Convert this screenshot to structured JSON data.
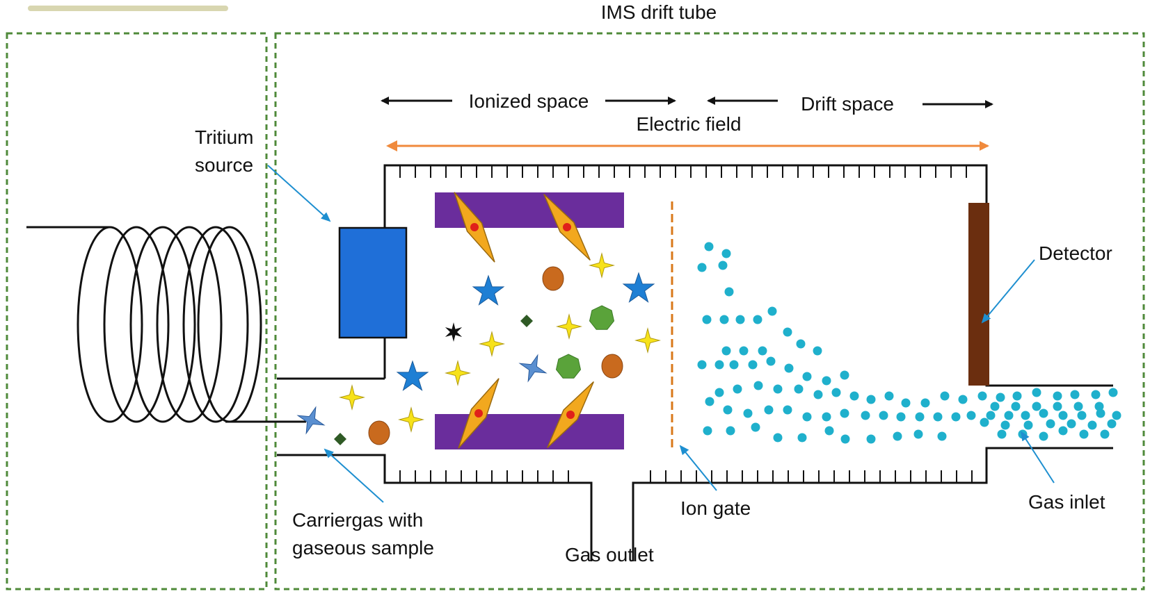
{
  "labels": {
    "title": "IMS drift tube",
    "ionized_space": "Ionized space",
    "drift_space": "Drift space",
    "electric_field": "Electric field",
    "tritium_line1": "Tritium",
    "tritium_line2": "source",
    "detector": "Detector",
    "carriergas_line1": "Carriergas with",
    "carriergas_line2": "gaseous sample",
    "gas_outlet": "Gas outlet",
    "ion_gate": "Ion gate",
    "gas_inlet": "Gas inlet"
  },
  "colors": {
    "panel_border": "#4f8a3a",
    "electric_field_arrow": "#f08a3c",
    "annotation_arrow": "#1e8fd0",
    "tritium_source": "#1f6fd8",
    "electrode_plate": "#6a2d9c",
    "detector": "#6b2e0f",
    "ion_dot": "#1fb0cc",
    "ion_gate_line": "#d9781a",
    "star_blue": "#1e7fd4",
    "sparkle_yellow": "#f7e21a",
    "circle_brown": "#c96a1e",
    "heptagon_green": "#5aa33a",
    "diamond_dark_green": "#2f5a25",
    "needle_orange": "#f2a81e"
  },
  "icons": [
    "coil",
    "tritium-source",
    "electrode-plate",
    "ion-gate",
    "detector",
    "star",
    "sparkle",
    "circle",
    "heptagon",
    "diamond",
    "needle"
  ]
}
